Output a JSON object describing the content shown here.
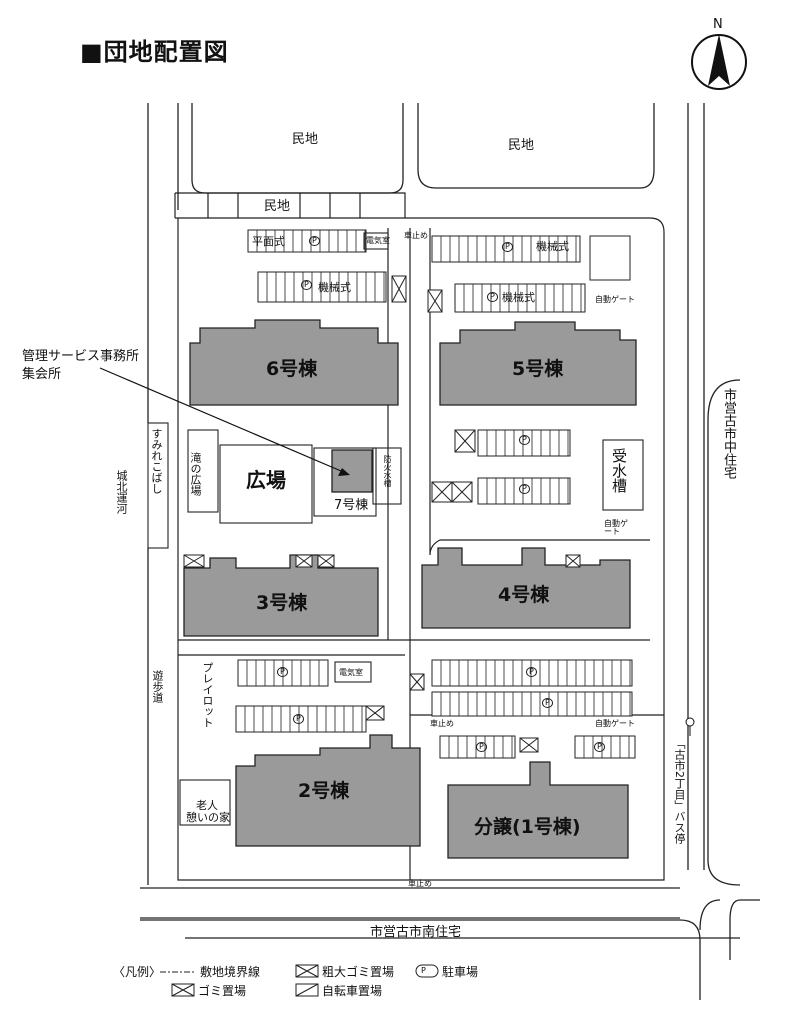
{
  "title": "■団地配置図",
  "north": "N",
  "buildings": {
    "b6": "6号棟",
    "b5": "5号棟",
    "b4": "4号棟",
    "b3": "3号棟",
    "b2": "2号棟",
    "b1": "分譲(1号棟)",
    "b7": "7号棟"
  },
  "plaza": "広場",
  "labels": {
    "private_land_1": "民地",
    "private_land_2": "民地",
    "private_land_3": "民地",
    "flat_parking": "平面式",
    "mechanical_1": "機械式",
    "mechanical_2": "機械式",
    "mechanical_3": "機械式",
    "electric_room_1": "電気室",
    "electric_room_2": "電気室",
    "car_stop_1": "車止め",
    "car_stop_2": "車止め",
    "car_stop_3": "車止め",
    "auto_gate_1": "自動ゲート",
    "auto_gate_2": "自動ゲート",
    "auto_gate_3": "自動ゲート",
    "fire_tank": "防火水槽",
    "water_tank": "受水槽",
    "waterfall_plaza": "滝の広場",
    "sumire_bridge": "すみれこばし",
    "canal": "城北運河",
    "promenade": "遊歩道",
    "playlot": "プレイロット",
    "elderly_house_1": "老人",
    "elderly_house_2": "憩いの家",
    "east_housing": "市営古市中住宅",
    "south_housing": "市営古市南住宅",
    "bus_stop": "「古市2丁目」バス停",
    "mgmt_office_1": "管理サービス事務所",
    "mgmt_office_2": "集会所",
    "parking_symbol": "P"
  },
  "legend": {
    "heading": "〈凡例〉",
    "boundary": "敷地境界線",
    "bulky_garbage": "粗大ゴミ置場",
    "parking": "駐車場",
    "garbage": "ゴミ置場",
    "bicycle": "自転車置場"
  },
  "colors": {
    "building": "#9a9a9a",
    "line": "#222222",
    "background": "#ffffff"
  }
}
